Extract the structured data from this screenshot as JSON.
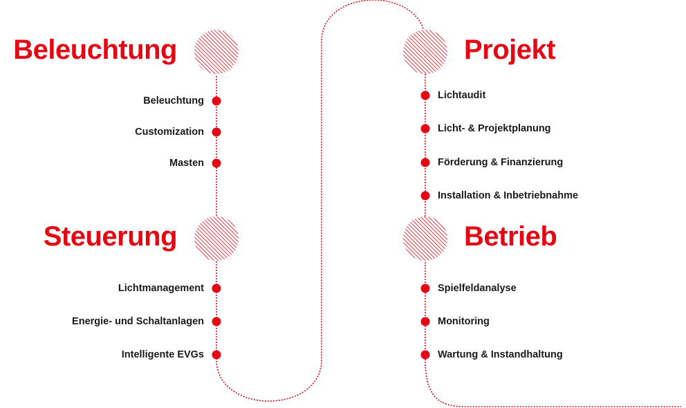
{
  "colors": {
    "accent": "#e30613",
    "text": "#1a1a1a"
  },
  "sections": [
    {
      "title": "Beleuchtung",
      "items": [
        "Beleuchtung",
        "Customization",
        "Masten"
      ]
    },
    {
      "title": "Steuerung",
      "items": [
        "Lichtmanagement",
        "Energie- und Schaltanlagen",
        "Intelligente EVGs"
      ]
    },
    {
      "title": "Projekt",
      "items": [
        "Lichtaudit",
        "Licht- & Projektplanung",
        "Förderung & Finanzierung",
        "Installation & Inbetriebnahme"
      ]
    },
    {
      "title": "Betrieb",
      "items": [
        "Spielfeldanalyse",
        "Monitoring",
        "Wartung & Instandhaltung"
      ]
    }
  ]
}
